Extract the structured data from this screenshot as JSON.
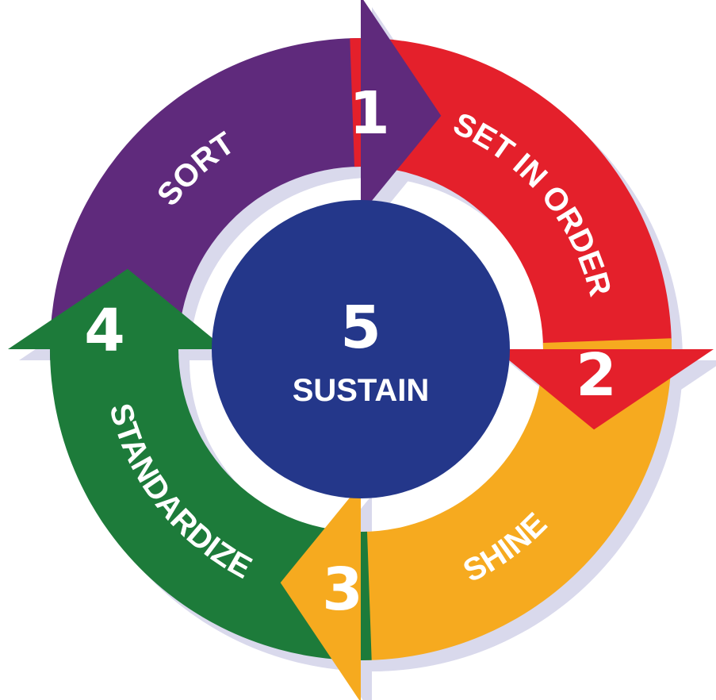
{
  "diagram": {
    "center": {
      "number": "5",
      "label": "SUSTAIN",
      "color": "#24378a"
    },
    "steps": [
      {
        "number": "1",
        "label": "SORT",
        "color": "#5f2a7c"
      },
      {
        "number": "2",
        "label": "SET IN ORDER",
        "color": "#e4202b"
      },
      {
        "number": "3",
        "label": "SHINE",
        "color": "#f6aa1f"
      },
      {
        "number": "4",
        "label": "STANDARDIZE",
        "color": "#1d7b3a"
      }
    ],
    "shadow_color": "#d9d9ec"
  }
}
